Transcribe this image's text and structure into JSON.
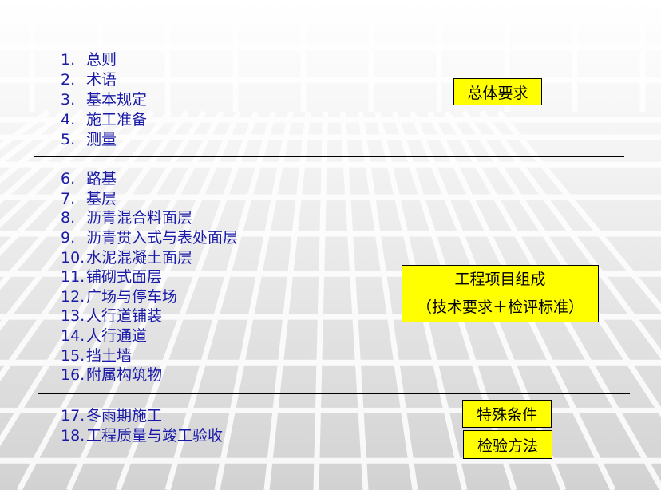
{
  "sections": [
    {
      "items": [
        {
          "num": "1.",
          "text": "总则"
        },
        {
          "num": "2.",
          "text": "术语"
        },
        {
          "num": "3.",
          "text": "基本规定"
        },
        {
          "num": "4.",
          "text": "施工准备"
        },
        {
          "num": "5.",
          "text": "测量"
        }
      ]
    },
    {
      "items": [
        {
          "num": "6.",
          "text": "路基"
        },
        {
          "num": "7.",
          "text": "基层"
        },
        {
          "num": "8.",
          "text": "沥青混合料面层"
        },
        {
          "num": "9.",
          "text": "沥青贯入式与表处面层"
        },
        {
          "num": "10.",
          "text": "水泥混凝土面层"
        },
        {
          "num": "11.",
          "text": "铺砌式面层"
        },
        {
          "num": "12.",
          "text": "广场与停车场"
        },
        {
          "num": "13.",
          "text": "人行道铺装"
        },
        {
          "num": "14.",
          "text": "人行通道"
        },
        {
          "num": "15.",
          "text": "挡土墙"
        },
        {
          "num": "16.",
          "text": "附属构筑物"
        }
      ]
    },
    {
      "items": [
        {
          "num": "17.",
          "text": "冬雨期施工"
        },
        {
          "num": "18.",
          "text": "工程质量与竣工验收"
        }
      ]
    }
  ],
  "labels": {
    "general": "总体要求",
    "project_line1": "工程项目组成",
    "project_line2": "（技术要求＋检评标准）",
    "special": "特殊条件",
    "inspection": "检验方法"
  },
  "colors": {
    "item_text": "#1a1aa8",
    "label_fill": "#ffff00"
  }
}
